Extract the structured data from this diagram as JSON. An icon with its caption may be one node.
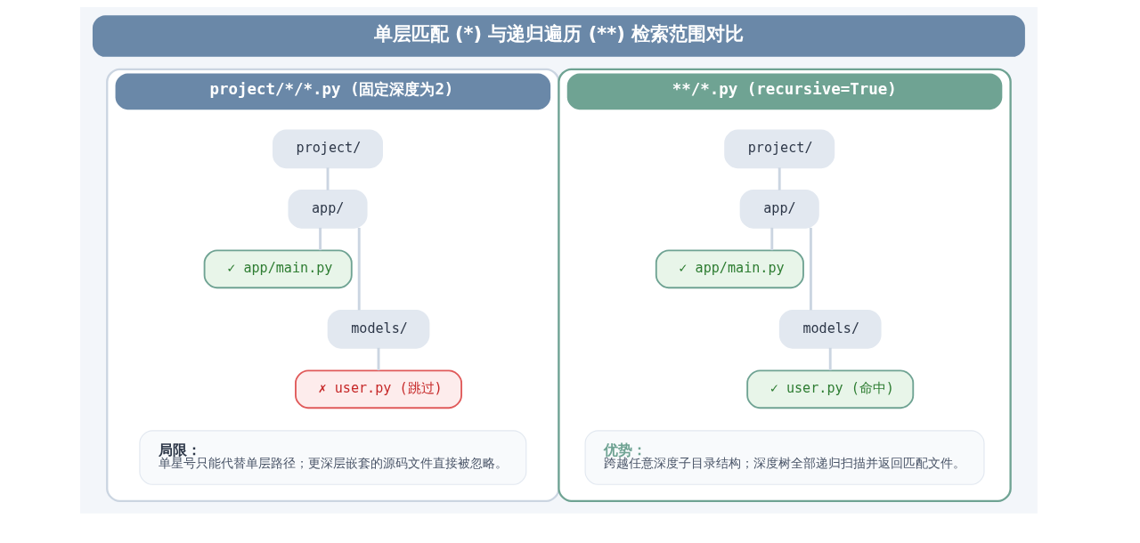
{
  "diagram": {
    "title": "单层匹配 (*) 与递归遍历 (**) 检索范围对比",
    "nodes": [
      {
        "text": [
          "project/*/*.py (固定深度为2)"
        ]
      },
      {
        "text": [
          "project/"
        ],
        "in": 0
      },
      {
        "text": [
          "app/"
        ],
        "in": 0
      },
      {
        "text": [
          "✓ app/main.py"
        ],
        "in": 0
      },
      {
        "text": [
          "models/"
        ],
        "in": 0
      },
      {
        "text": [
          "✗ user.py (跳过)"
        ],
        "in": 0
      },
      {
        "text": [
          "局限：",
          "单星号只能代替单层路径；更深层嵌套的源码文件直接被忽略。"
        ],
        "in": 0
      },
      {
        "text": [
          "**/*.py (recursive=True)"
        ]
      },
      {
        "text": [
          "project/"
        ],
        "in": 7
      },
      {
        "text": [
          "app/"
        ],
        "in": 7
      },
      {
        "text": [
          "✓ app/main.py"
        ],
        "in": 7
      },
      {
        "text": [
          "models/"
        ],
        "in": 7
      },
      {
        "text": [
          "✓ user.py (命中)"
        ],
        "in": 7
      },
      {
        "text": [
          "优势：",
          "跨越任意深度子目录结构；深度树全部递归扫描并返回匹配文件。"
        ],
        "in": 7
      }
    ],
    "edges": [
      {
        "from": 1,
        "to": 2,
        "arrow": "none"
      },
      {
        "from": 2,
        "to": 3,
        "arrow": "none"
      },
      {
        "from": 2,
        "to": 4,
        "arrow": "none"
      },
      {
        "from": 4,
        "to": 5,
        "arrow": "none"
      },
      {
        "from": 8,
        "to": 9,
        "arrow": "none"
      },
      {
        "from": 9,
        "to": 10,
        "arrow": "none"
      },
      {
        "from": 9,
        "to": 11,
        "arrow": "none"
      },
      {
        "from": 11,
        "to": 12,
        "arrow": "none"
      }
    ]
  }
}
